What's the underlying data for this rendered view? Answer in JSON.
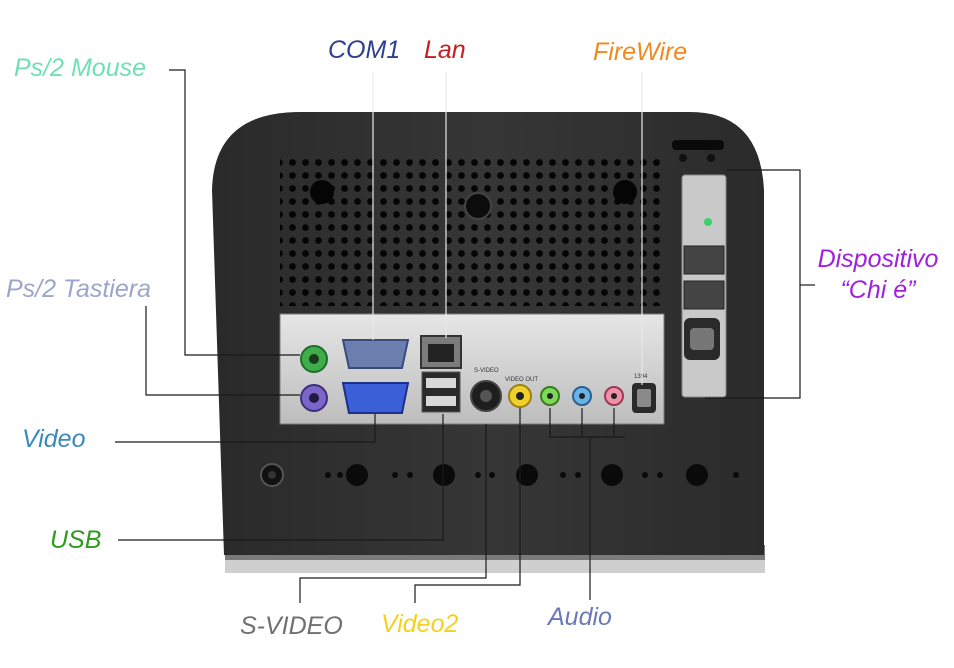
{
  "labels": {
    "ps2_mouse": {
      "text": "Ps/2 Mouse",
      "color": "#6fe0b4"
    },
    "com1": {
      "text": "COM1",
      "color": "#2f3f8f"
    },
    "lan": {
      "text": "Lan",
      "color": "#c81e1e"
    },
    "firewire": {
      "text": "FireWire",
      "color": "#f08a1e"
    },
    "ps2_tastiera": {
      "text": "Ps/2 Tastiera",
      "color": "#9aa6cc"
    },
    "dispositivo_line1": {
      "text": "Dispositivo",
      "color": "#a020e0"
    },
    "dispositivo_line2": {
      "text": "“Chi é”",
      "color": "#a020e0"
    },
    "video": {
      "text": "Video",
      "color": "#3a8ab8"
    },
    "usb": {
      "text": "USB",
      "color": "#2f9a1e"
    },
    "svideo": {
      "text": "S-VIDEO",
      "color": "#707070"
    },
    "video2": {
      "text": "Video2",
      "color": "#f2d21e"
    },
    "audio": {
      "text": "Audio",
      "color": "#6a7ab8"
    }
  },
  "panel_markings": {
    "svideo_port": "S-VIDEO",
    "video_out": "VIDEO OUT",
    "firewire_port": "1394"
  }
}
